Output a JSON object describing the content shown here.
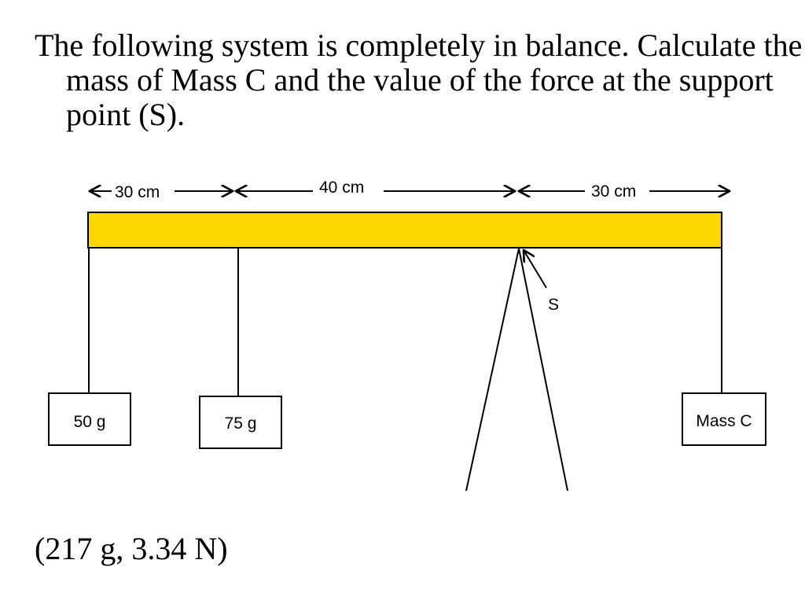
{
  "problem": {
    "text": "The following system is completely in balance. Calculate the mass of Mass C and the value of the force at the support point (S)."
  },
  "diagram": {
    "dimensions": [
      "30 cm",
      "40 cm",
      "30 cm"
    ],
    "masses": [
      "50 g",
      "75 g",
      "Mass C"
    ],
    "support_label": "S",
    "beam_color": "#FFD700"
  },
  "answer": {
    "text": "(217 g, 3.34 N)"
  }
}
